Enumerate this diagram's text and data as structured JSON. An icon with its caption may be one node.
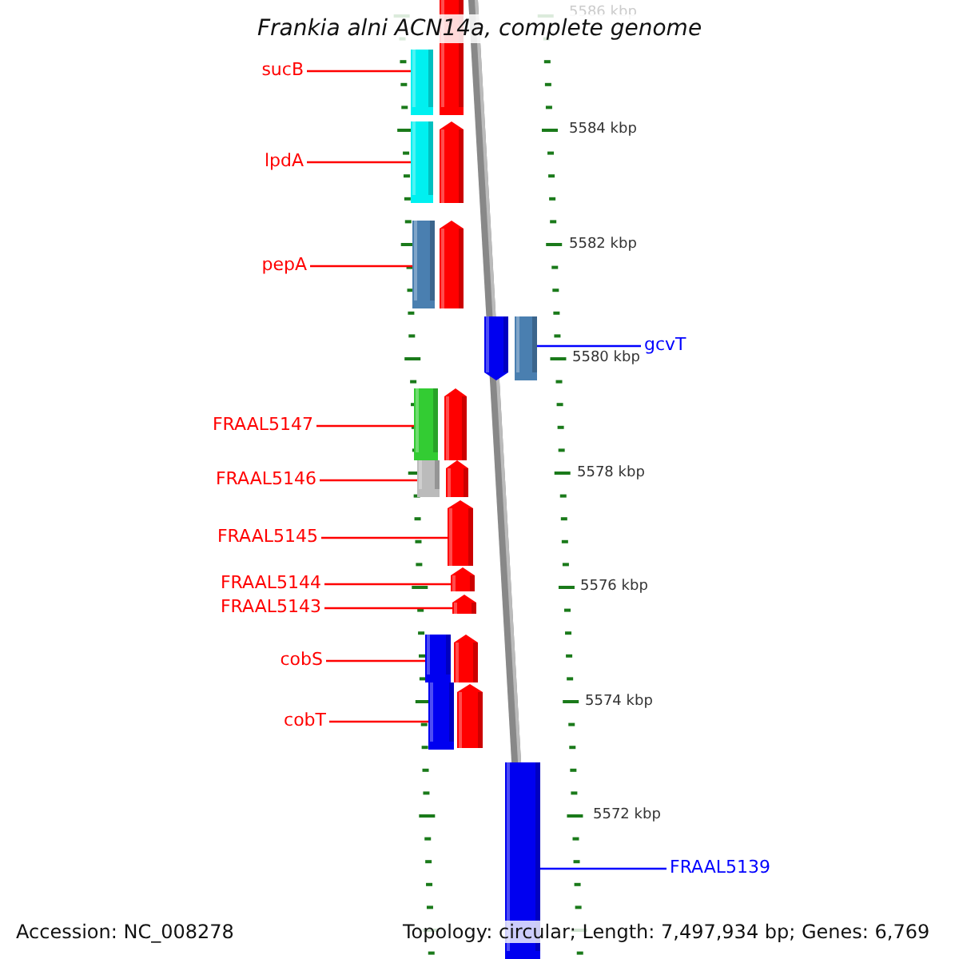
{
  "diagram": {
    "title": "Frankia alni ACN14a, complete genome",
    "nodes": [
      {
        "text": [
          "sucB"
        ]
      },
      {
        "text": [
          "lpdA"
        ]
      },
      {
        "text": [
          "pepA"
        ]
      },
      {
        "text": [
          "gcvT"
        ]
      },
      {
        "text": [
          "FRAAL5147"
        ]
      },
      {
        "text": [
          "FRAAL5146"
        ]
      },
      {
        "text": [
          "FRAAL5145"
        ]
      },
      {
        "text": [
          "FRAAL5144"
        ]
      },
      {
        "text": [
          "FRAAL5143"
        ]
      },
      {
        "text": [
          "cobS"
        ]
      },
      {
        "text": [
          "cobT"
        ]
      },
      {
        "text": [
          "FRAAL5139"
        ]
      },
      {
        "text": [],
        "shape": "bar"
      },
      {
        "text": [],
        "shape": "bar"
      },
      {
        "text": [],
        "shape": "bar"
      },
      {
        "text": [],
        "shape": "pentagon"
      },
      {
        "text": [],
        "shape": "bar"
      },
      {
        "text": [],
        "shape": "pentagon"
      },
      {
        "text": [],
        "shape": "pentagon"
      },
      {
        "text": [],
        "shape": "bar"
      },
      {
        "text": [],
        "shape": "bar"
      },
      {
        "text": [],
        "shape": "pentagon"
      },
      {
        "text": [],
        "shape": "bar"
      },
      {
        "text": [],
        "shape": "pentagon"
      },
      {
        "text": [],
        "shape": "pentagon"
      },
      {
        "text": [],
        "shape": "pentagon"
      },
      {
        "text": [],
        "shape": "pentagon"
      },
      {
        "text": [],
        "shape": "bar"
      },
      {
        "text": [],
        "shape": "pentagon"
      },
      {
        "text": [],
        "shape": "bar"
      },
      {
        "text": [],
        "shape": "pentagon"
      },
      {
        "text": [],
        "shape": "bar"
      }
    ],
    "edges": [
      {
        "from": 0,
        "to": 12,
        "arrow": "none"
      },
      {
        "from": 1,
        "to": 14,
        "arrow": "none"
      },
      {
        "from": 2,
        "to": 16,
        "arrow": "none"
      },
      {
        "from": 3,
        "to": 19,
        "arrow": "none",
        "color": "#0000ff"
      },
      {
        "from": 4,
        "to": 20,
        "arrow": "none"
      },
      {
        "from": 5,
        "to": 22,
        "arrow": "none"
      },
      {
        "from": 6,
        "to": 24,
        "arrow": "none"
      },
      {
        "from": 7,
        "to": 25,
        "arrow": "none"
      },
      {
        "from": 8,
        "to": 26,
        "arrow": "none"
      },
      {
        "from": 9,
        "to": 27,
        "arrow": "none"
      },
      {
        "from": 10,
        "to": 29,
        "arrow": "none"
      },
      {
        "from": 11,
        "to": 31,
        "arrow": "none",
        "color": "#0000ff"
      }
    ],
    "labels": [
      "5586 kbp",
      "5584 kbp",
      "5582 kbp",
      "5580 kbp",
      "5578 kbp",
      "5576 kbp",
      "5574 kbp",
      "5572 kbp",
      "Accession: NC_008278",
      "Topology: circular; Length: 7,497,934 bp; Genes: 6,769"
    ]
  }
}
